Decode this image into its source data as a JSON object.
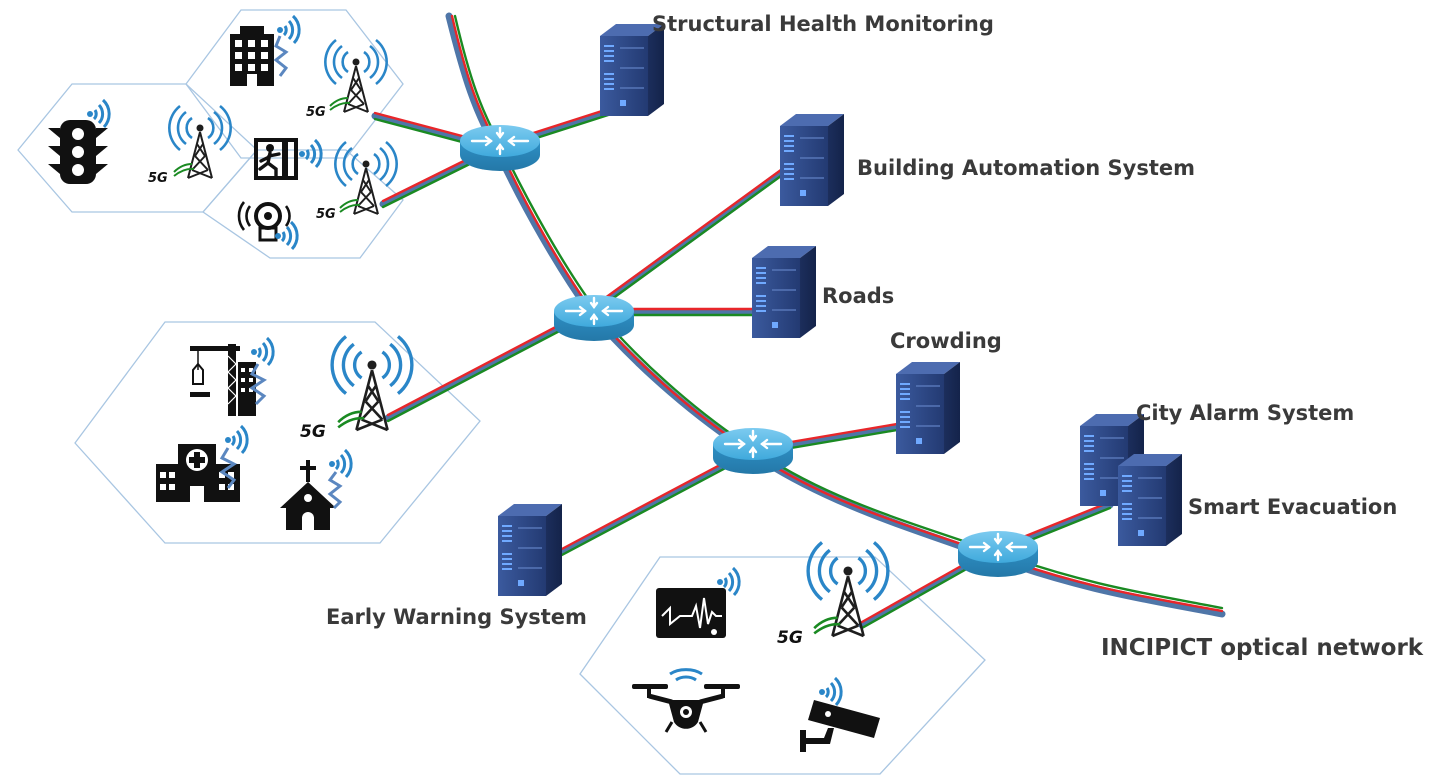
{
  "labels": {
    "structural_health_monitoring": "Structural Health Monitoring",
    "building_automation_system": "Building Automation System",
    "roads": "Roads",
    "crowding": "Crowding",
    "city_alarm_system": "City Alarm System",
    "smart_evacuation": "Smart Evacuation",
    "early_warning_system": "Early Warning System",
    "incipict_optical_network": "INCIPICT optical network"
  },
  "tower_badge": "5G",
  "colors": {
    "fiber_blue": "#4f76a8",
    "fiber_red": "#e8262a",
    "fiber_green": "#1a8a22",
    "router": "#3fa9dc",
    "server": "#2a3f78",
    "wifi_wave": "#2a86c8",
    "hex_border": "#a9c6e2",
    "label_text": "#3a3a3a"
  },
  "icons": [
    "building-icon",
    "traffic-light-icon",
    "emergency-exit-icon",
    "fire-alarm-bell-icon",
    "construction-crane-icon",
    "hospital-icon",
    "church-icon",
    "seismograph-icon",
    "drone-icon",
    "security-camera-icon"
  ]
}
